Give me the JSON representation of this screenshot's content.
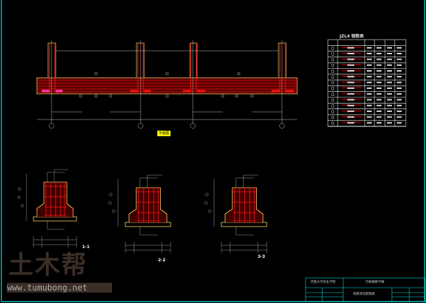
{
  "drawing": {
    "plan_label": "平面图",
    "table_title": "JZL4 钢筋表",
    "section_labels": [
      "1-1",
      "2-2",
      "3-3"
    ]
  },
  "title_block": {
    "school": "河南大学民生学院",
    "project": "行政楼教学楼",
    "drawing_name": "地基梁及配筋图"
  },
  "watermark": {
    "logo": "土木帮",
    "url": "www.tumubong.net"
  },
  "colors": {
    "background": "#000000",
    "frame": "#00e5e5",
    "beam": "#ffd060",
    "rebar": "#e01010",
    "dim": "#c8c8c8"
  }
}
